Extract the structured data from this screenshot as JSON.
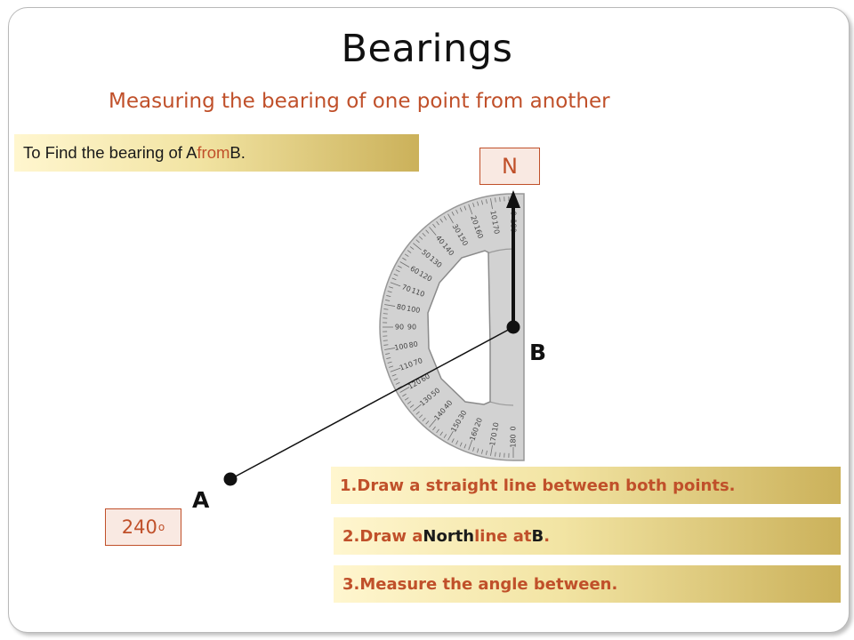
{
  "slide": {
    "title": "Bearings",
    "subtitle": "Measuring the bearing of one point from another"
  },
  "find_banner": {
    "prefix": "To Find the bearing of A ",
    "from_word": "from",
    "suffix": " B."
  },
  "north_label": "N",
  "points": {
    "a_label": "A",
    "b_label": "B"
  },
  "answer": {
    "value": "240",
    "degree_symbol": "o"
  },
  "steps": [
    {
      "number": "1.",
      "text": " Draw a straight line between both points."
    },
    {
      "number": "2.",
      "text_before": " Draw a ",
      "north_word": "North",
      "text_after": " line at ",
      "point": "B",
      "end": "."
    },
    {
      "number": "3.",
      "text": " Measure the angle between."
    }
  ],
  "protractor": {
    "outer_scale": [
      "0",
      "10",
      "20",
      "30",
      "40",
      "50",
      "60",
      "70",
      "80",
      "90",
      "100",
      "110",
      "120",
      "130",
      "140",
      "150",
      "160",
      "170",
      "180"
    ],
    "inner_scale": [
      "180",
      "170",
      "160",
      "150",
      "140",
      "130",
      "120",
      "110",
      "100",
      "90",
      "80",
      "70",
      "60",
      "50",
      "40",
      "30",
      "20",
      "10",
      "0"
    ]
  },
  "colors": {
    "accent": "#c0502a",
    "banner_gold": "#cbb15a",
    "protractor_gray": "#a9a9a9"
  }
}
